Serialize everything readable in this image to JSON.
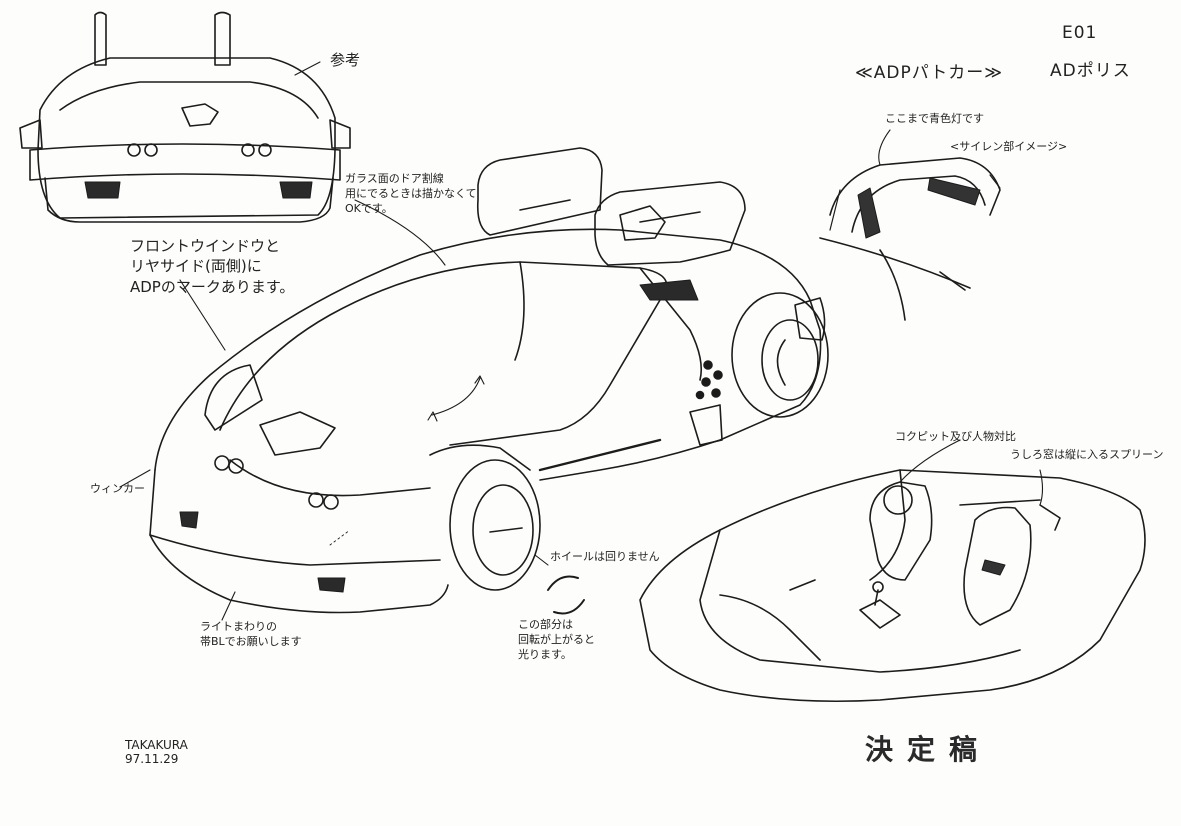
{
  "header": {
    "code": "E01",
    "title": "≪ADPパトカー≫",
    "subtitle": "ADポリス"
  },
  "notes": {
    "reference": "参考",
    "glass_divider": "ガラス面のドア割線\n用にでるときは描かなくて\nOKです。",
    "adp_mark": "フロントウインドウと\nリヤサイド(両側)に\nADPのマークあります。",
    "blue_light": "ここまで青色灯です",
    "siren_image": "<サイレン部イメージ>",
    "cockpit": "コクピット及び人物対比",
    "rear_window": "うしろ窓は縦に入るスプリーン",
    "winker": "ウィンカー",
    "light_band": "ライトまわりの\n帯BLでお願いします",
    "wheel": "ホイールは回りません",
    "rotating_part": "この部分は\n回転が上がると\n光ります。"
  },
  "signature": {
    "name": "TAKAKURA",
    "date": "97.11.29"
  },
  "stamp": "決定稿"
}
